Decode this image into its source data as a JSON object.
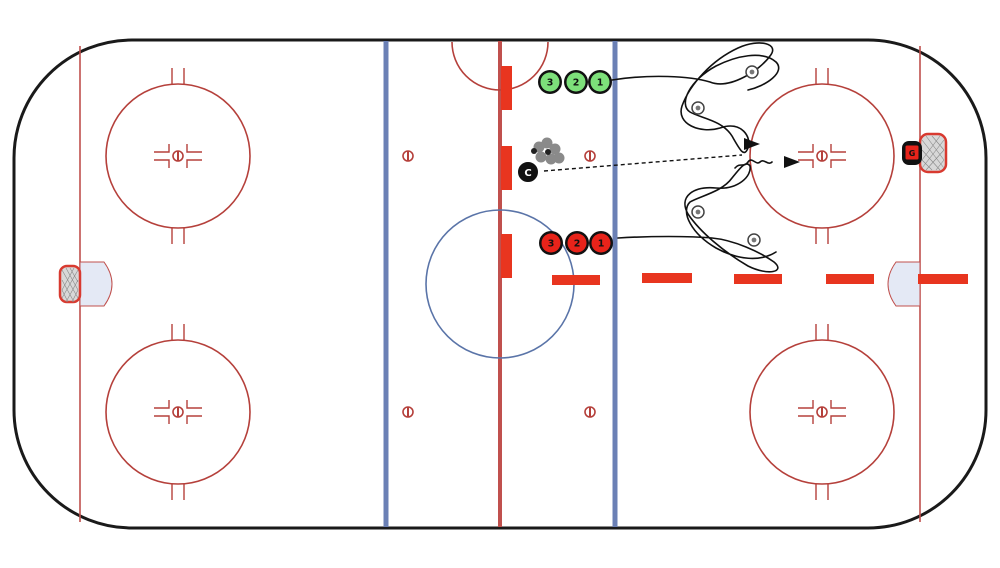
{
  "colors": {
    "board": "#1a1a1a",
    "red_line": "#c0504d",
    "blue_line": "#6b80b5",
    "circle": "#b5403b",
    "center_circle": "#5a74a8",
    "crease": "#e4e9f5",
    "net_red": "#d83a30",
    "barrier": "#e8351f",
    "green_player": "#7de07a",
    "red_player": "#e8231a",
    "coach": "#111111",
    "puck": "#555555",
    "path": "#111111"
  },
  "players": {
    "green": [
      {
        "label": "3"
      },
      {
        "label": "2"
      },
      {
        "label": "1"
      }
    ],
    "red": [
      {
        "label": "3"
      },
      {
        "label": "2"
      },
      {
        "label": "1"
      }
    ],
    "coach": {
      "label": "C"
    },
    "goalie": {
      "label": "G"
    }
  },
  "icons": [
    "net-icon",
    "puck-icon",
    "cone-icon",
    "arrow-icon"
  ]
}
